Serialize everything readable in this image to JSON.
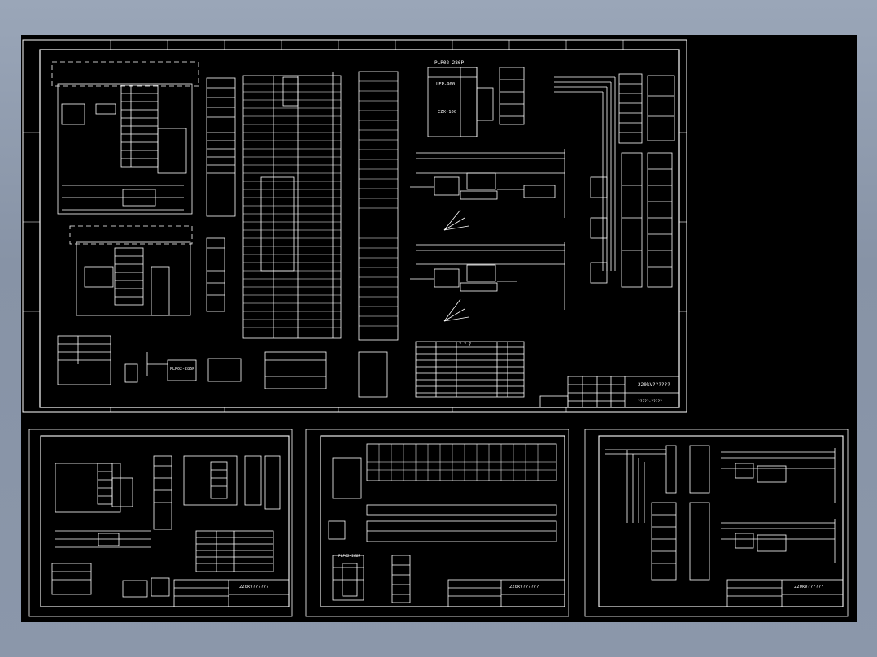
{
  "viewport": {
    "background": "#000000",
    "line_color": "#ffffff",
    "accent_color": "#8a8a8a"
  },
  "sheets": {
    "main": {
      "labels": {
        "plc_top": "PLP02-286P",
        "lfp_module": "LFP-900",
        "czx_module": "CZX-100",
        "plc_box": "PLP02-286P"
      },
      "title_block": {
        "title": "220kV??????",
        "drawing_no": "?????-?????"
      },
      "table": {
        "title": "? ? ?"
      }
    },
    "bottom_left": {
      "title_block": {
        "title": "220kV??????"
      }
    },
    "bottom_mid": {
      "title_block": {
        "title": "220kV??????"
      },
      "label": "PLP02-286P"
    },
    "bottom_right": {
      "title_block": {
        "title": "220kV??????"
      }
    }
  }
}
